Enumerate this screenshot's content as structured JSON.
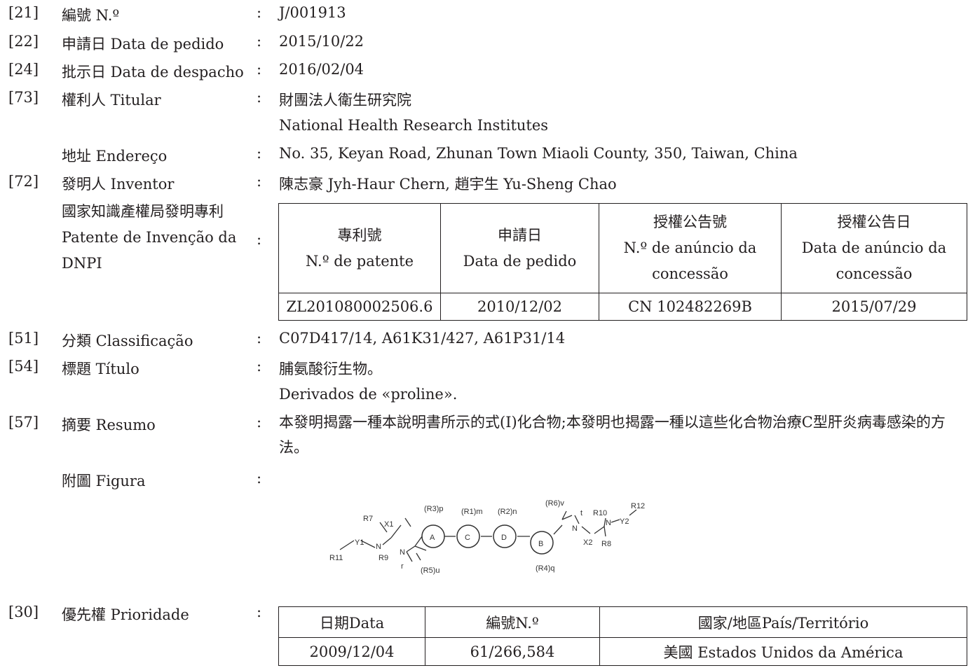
{
  "fields": {
    "f21": {
      "code": "[21]",
      "label": "編號 N.º",
      "colon": ":",
      "value": "J/001913"
    },
    "f22": {
      "code": "[22]",
      "label": "申請日 Data de pedido",
      "colon": ":",
      "value": "2015/10/22"
    },
    "f24": {
      "code": "[24]",
      "label": "批示日 Data de despacho",
      "colon": ":",
      "value": "2016/02/04"
    },
    "f73": {
      "code": "[73]",
      "label": "權利人 Titular",
      "colon": ":",
      "value": "財團法人衛生研究院",
      "value2": "National Health Research Institutes"
    },
    "addr": {
      "label": "地址 Endereço",
      "colon": ":",
      "value": "No. 35, Keyan Road, Zhunan Town Miaoli County, 350, Taiwan, China"
    },
    "f72": {
      "code": "[72]",
      "label": "發明人 Inventor",
      "colon": ":",
      "value": "陳志豪 Jyh-Haur Chern, 趙宇生 Yu-Sheng Chao"
    },
    "dnpi": {
      "label1": "國家知識產權局發明專利",
      "label2": "Patente de Invenção da",
      "label3": "DNPI",
      "colon": ":"
    },
    "f51": {
      "code": "[51]",
      "label": "分類 Classificação",
      "colon": ":",
      "value": "C07D417/14, A61K31/427, A61P31/14"
    },
    "f54": {
      "code": "[54]",
      "label": "標題 Título",
      "colon": ":",
      "value": "脯氨酸衍生物。",
      "value2": "Derivados de «proline»."
    },
    "f57": {
      "code": "[57]",
      "label": "摘要 Resumo",
      "colon": ":",
      "value": "本發明揭露一種本說明書所示的式(I)化合物;本發明也揭露一種以這些化合物治療C型肝炎病毒感染的方法。"
    },
    "fig": {
      "label": "附圖 Figura",
      "colon": ":"
    },
    "f30": {
      "code": "[30]",
      "label": "優先權 Prioridade",
      "colon": ":"
    }
  },
  "patent_table": {
    "headers": [
      [
        "專利號",
        "N.º de patente"
      ],
      [
        "申請日",
        "Data de pedido"
      ],
      [
        "授權公告號",
        "N.º de anúncio da",
        "concessão"
      ],
      [
        "授權公告日",
        "Data de anúncio da",
        "concessão"
      ]
    ],
    "row": [
      "ZL201080002506.6",
      "2010/12/02",
      "CN 102482269B",
      "2015/07/29"
    ]
  },
  "priority_table": {
    "headers": [
      "日期Data",
      "編號N.º",
      "國家/地區País/Território"
    ],
    "row": [
      "2009/12/04",
      "61/266,584",
      "美國 Estados Unidos da América"
    ]
  },
  "formula": {
    "rings": [
      "A",
      "C",
      "D",
      "B"
    ],
    "labels": {
      "r3p": "(R3)p",
      "r1m": "(R1)m",
      "r2n": "(R2)n",
      "r6v": "(R6)v",
      "t": "t",
      "r7": "R7",
      "x1": "X1",
      "y1": "Y1",
      "n1": "N",
      "r9": "R9",
      "r11": "R11",
      "n_left": "N",
      "r_loop": "r",
      "r5u": "(R5)u",
      "r4q": "(R4)q",
      "n_right": "N",
      "x2": "X2",
      "r8": "R8",
      "r10": "R10",
      "n3": "N",
      "y2": "Y2",
      "r12": "R12"
    }
  }
}
